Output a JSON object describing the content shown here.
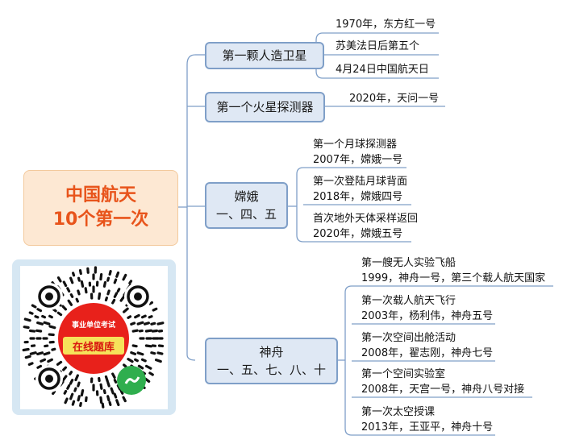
{
  "root": {
    "line1": "中国航天",
    "line2": "10个第一次"
  },
  "branches": [
    {
      "label": "第一颗人造卫星",
      "leaves": [
        [
          "1970年，东方红一号"
        ],
        [
          "苏美法日后第五个"
        ],
        [
          "4月24日中国航天日"
        ]
      ]
    },
    {
      "label": "第一个火星探测器",
      "leaves": [
        [
          "2020年，天问一号"
        ]
      ]
    },
    {
      "label": "嫦娥\n一、四、五",
      "line1": "嫦娥",
      "line2": "一、四、五",
      "leaves": [
        [
          "第一个月球探测器",
          "2007年，嫦娥一号"
        ],
        [
          "第一次登陆月球背面",
          "2018年，嫦娥四号"
        ],
        [
          "首次地外天体采样返回",
          "2020年，嫦娥五号"
        ]
      ]
    },
    {
      "label": "神舟\n一、五、七、八、十",
      "line1": "神舟",
      "line2": "一、五、七、八、十",
      "leaves": [
        [
          "第一艘无人实验飞船",
          "1999，神舟一号，第三个载人航天国家"
        ],
        [
          "第一次载人航天飞行",
          "2003年，杨利伟，神舟五号"
        ],
        [
          "第一次空间出舱活动",
          "2008年，翟志刚，神舟七号"
        ],
        [
          "第一个空间实验室",
          "2008年，天宫一号，神舟八号对接"
        ],
        [
          "第一次太空授课",
          "2013年，王亚平，神舟十号"
        ]
      ]
    }
  ],
  "qr": {
    "top_text": "事业单位考试",
    "main_text": "在线题库"
  }
}
